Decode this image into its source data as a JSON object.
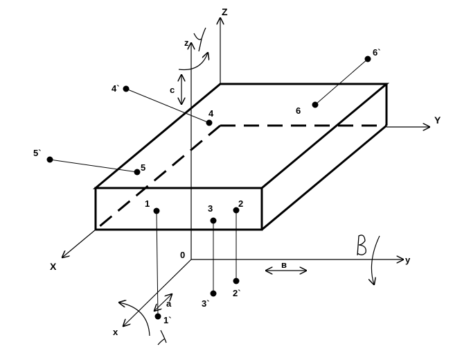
{
  "labels": {
    "axis_Z_upper": "Z",
    "axis_Y_upper": "Y",
    "axis_X_upper": "X",
    "axis_z_lower": "z",
    "axis_y_lower": "y",
    "axis_x_lower": "x",
    "origin": "0",
    "dim_c": "c",
    "dim_b": "в",
    "dim_a": "a",
    "point_1": "1",
    "point_2": "2",
    "point_3": "3",
    "point_4": "4",
    "point_5": "5",
    "point_6": "6",
    "point_1p": "1`",
    "point_2p": "2`",
    "point_3p": "3`",
    "point_4p": "4`",
    "point_5p": "5`",
    "point_6p": "6`",
    "rot_gamma": "γ",
    "rot_beta": "β",
    "rot_alpha": "λ"
  },
  "colors": {
    "stroke": "#000000",
    "background": "#ffffff"
  }
}
